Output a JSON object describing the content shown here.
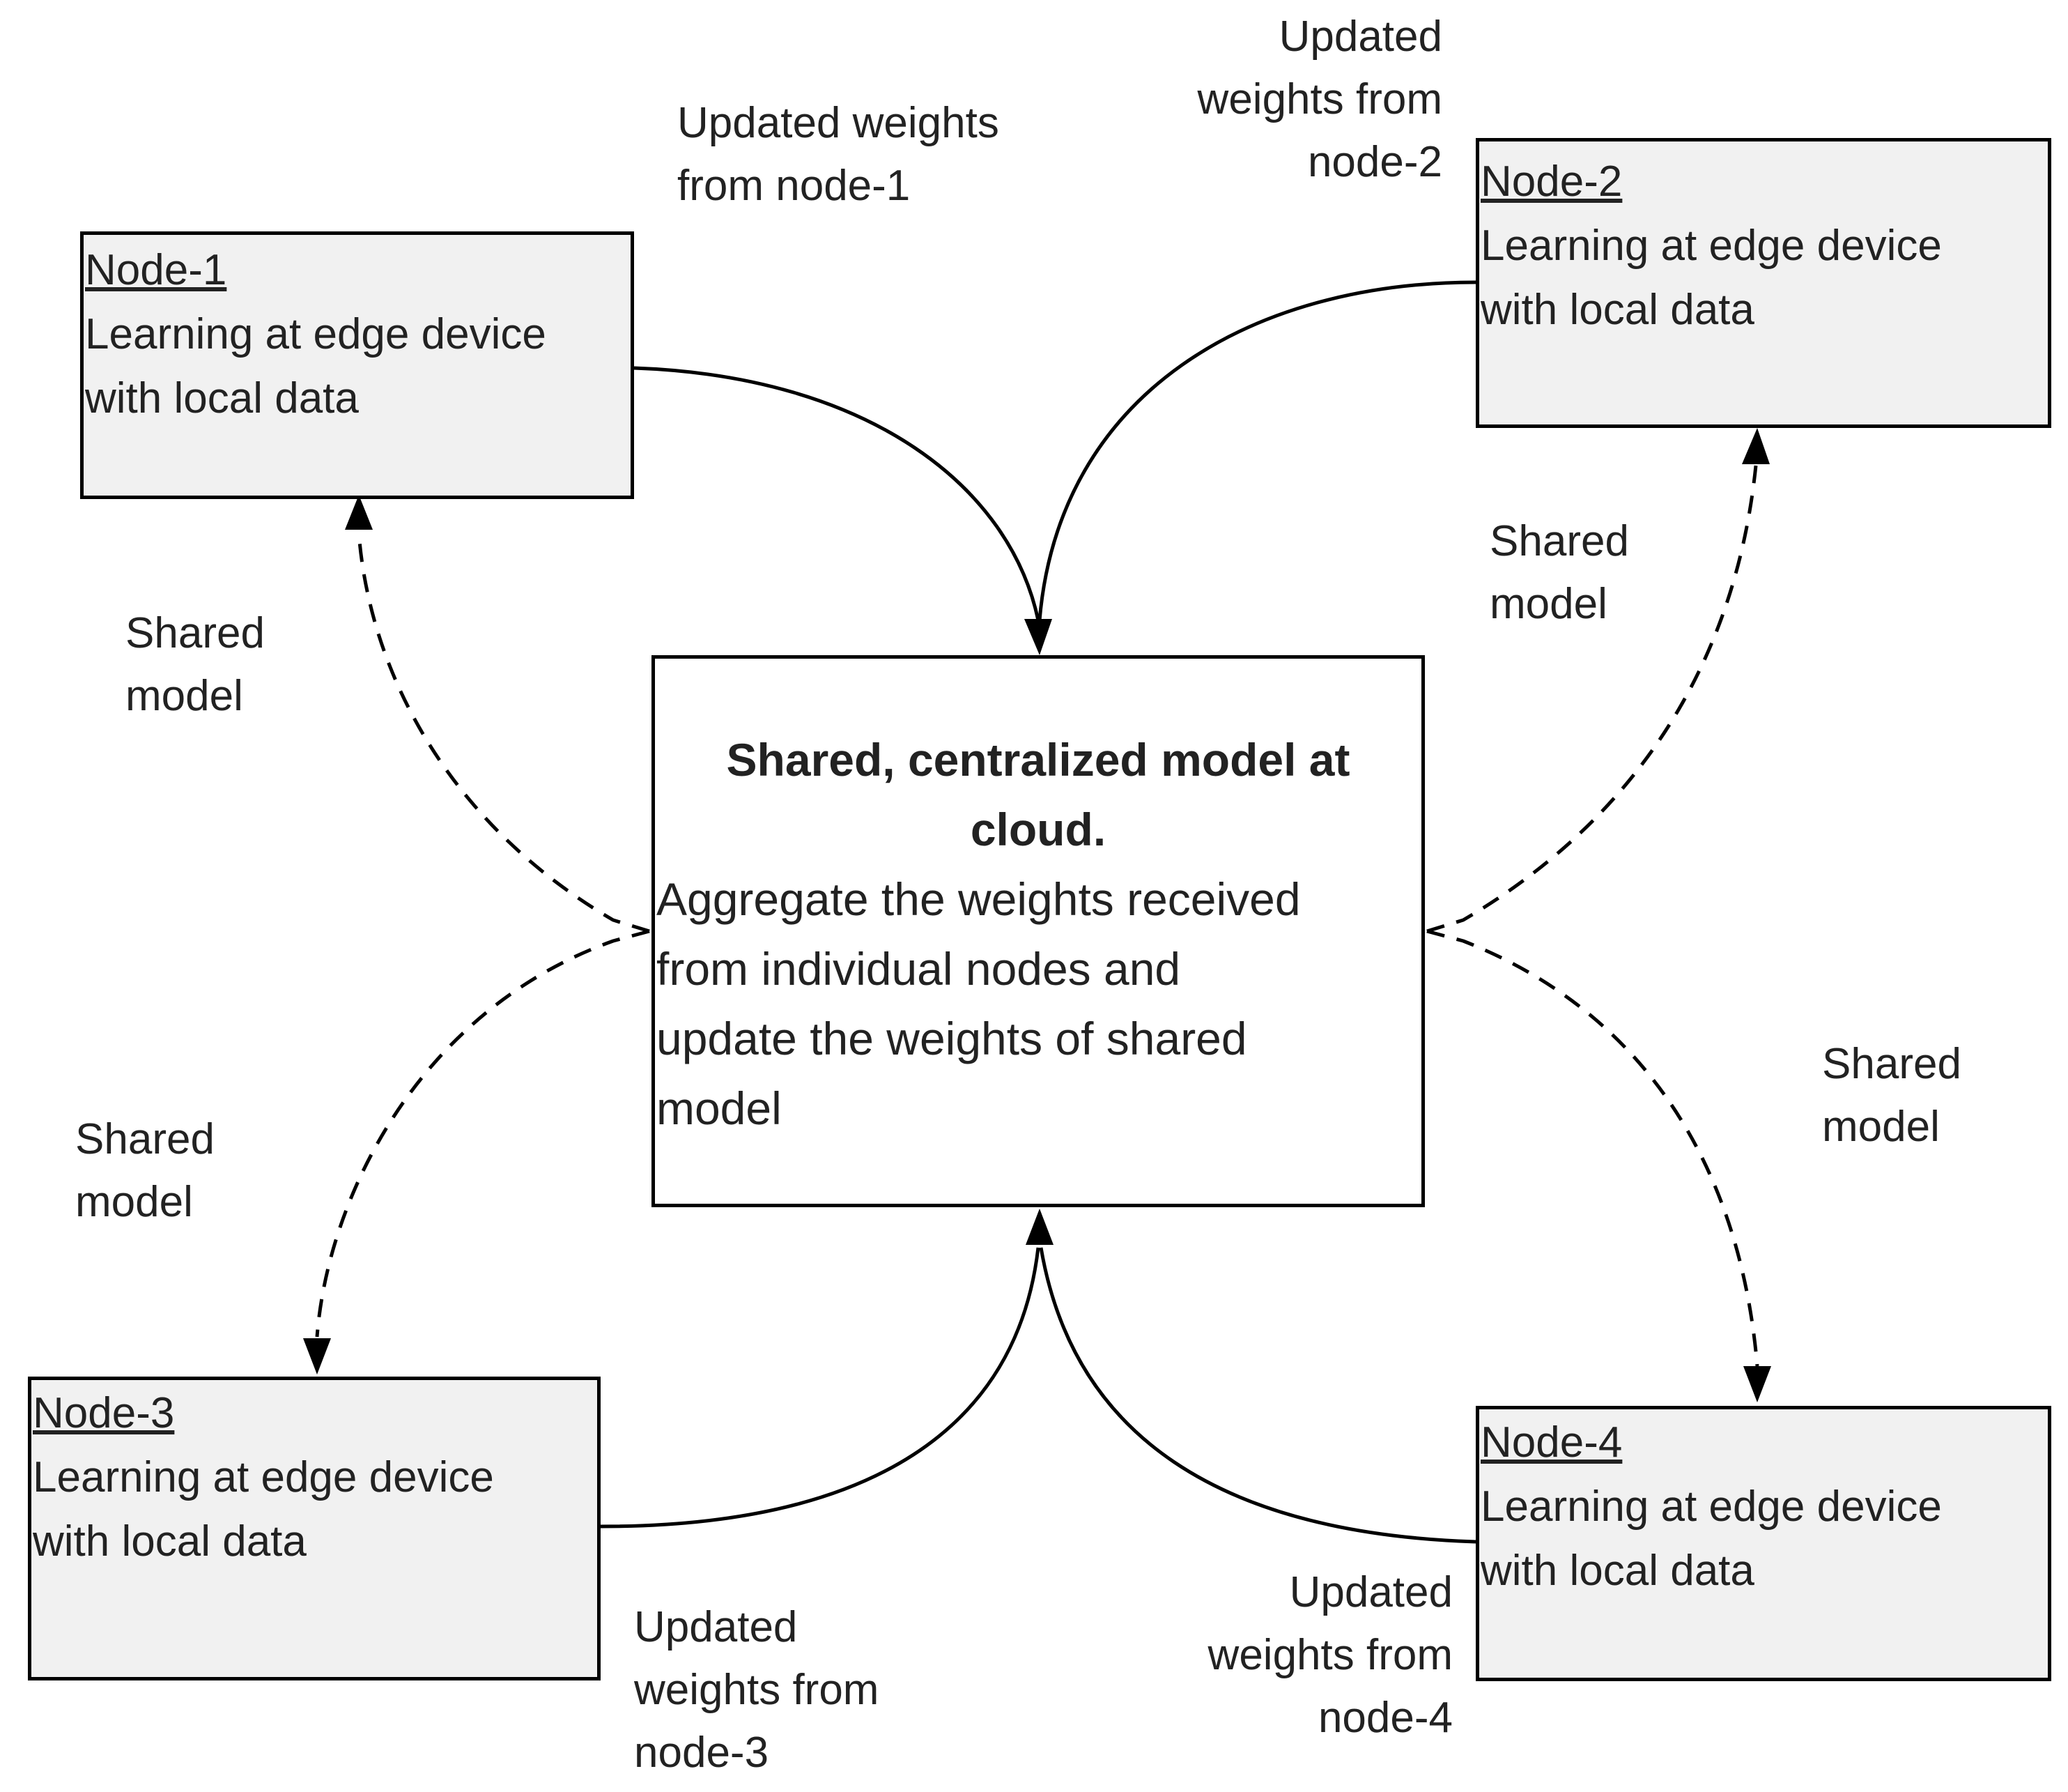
{
  "center": {
    "title_line1": "Shared, centralized model at",
    "title_line2": "cloud.",
    "body_lines": [
      "Aggregate the weights received",
      "from individual nodes and",
      "update the weights of shared",
      "model"
    ]
  },
  "nodes": [
    {
      "title": "Node-1",
      "line1": "Learning at edge device",
      "line2": "with local data"
    },
    {
      "title": "Node-2",
      "line1": "Learning at edge device",
      "line2": "with local data"
    },
    {
      "title": "Node-3",
      "line1": "Learning at edge device",
      "line2": "with local data"
    },
    {
      "title": "Node-4",
      "line1": "Learning at edge device",
      "line2": "with local data"
    }
  ],
  "labels": {
    "updated_1": [
      "Updated weights",
      "from node-1"
    ],
    "updated_2": [
      "Updated",
      "weights from",
      "node-2"
    ],
    "updated_3": [
      "Updated",
      "weights from",
      "node-3"
    ],
    "updated_4": [
      "Updated",
      "weights from",
      "node-4"
    ],
    "shared_1": [
      "Shared",
      "model"
    ],
    "shared_2": [
      "Shared",
      "model"
    ],
    "shared_3": [
      "Shared",
      "model"
    ],
    "shared_4": [
      "Shared",
      "model"
    ]
  }
}
